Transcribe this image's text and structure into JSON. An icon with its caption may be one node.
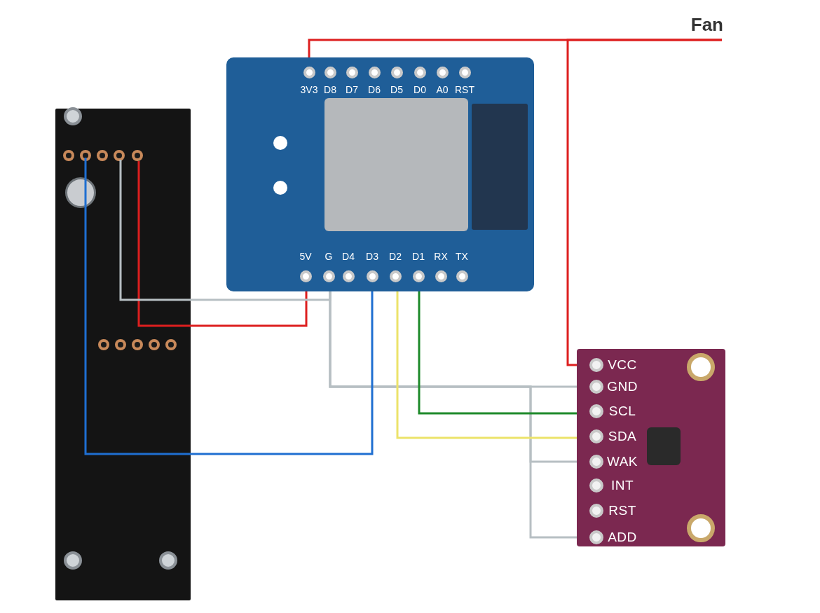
{
  "diagram": {
    "nodes": [
      {
        "text": [
          "Fan"
        ]
      },
      {
        "text": [],
        "shape": "picture"
      },
      {
        "text": [],
        "shape": "picture"
      },
      {
        "text": [],
        "shape": "picture"
      }
    ],
    "edges": [
      {
        "from": 0,
        "to": 2,
        "arrow": "none",
        "color": "#dd1f1f"
      },
      {
        "from": 0,
        "to": 3,
        "arrow": "none",
        "color": "#dd1f1f"
      },
      {
        "from": 2,
        "to": 1,
        "arrow": "none",
        "color": "#dd1f1f"
      },
      {
        "from": 2,
        "to": 1,
        "arrow": "none",
        "color": "#b7bfc3"
      },
      {
        "from": 2,
        "to": 3,
        "arrow": "none",
        "color": "#b7bfc3"
      },
      {
        "from": 2,
        "to": 3,
        "arrow": "none",
        "color": "#b7bfc3"
      },
      {
        "from": 2,
        "to": 3,
        "arrow": "none",
        "color": "#b7bfc3"
      },
      {
        "from": 2,
        "to": 1,
        "arrow": "none",
        "color": "#1f6fd1"
      },
      {
        "from": 2,
        "to": 3,
        "arrow": "none",
        "color": "#ece36a"
      },
      {
        "from": 2,
        "to": 3,
        "arrow": "none",
        "color": "#1e8a2a"
      }
    ],
    "labels": [
      "3V3",
      "D8",
      "D7",
      "D6",
      "D5",
      "D0",
      "A0",
      "RST",
      "5V",
      "G",
      "D4",
      "D3",
      "D2",
      "D1",
      "RX",
      "TX",
      "VCC",
      "GND",
      "SCL",
      "SDA",
      "WAK",
      "INT",
      "RST",
      "ADD"
    ]
  }
}
